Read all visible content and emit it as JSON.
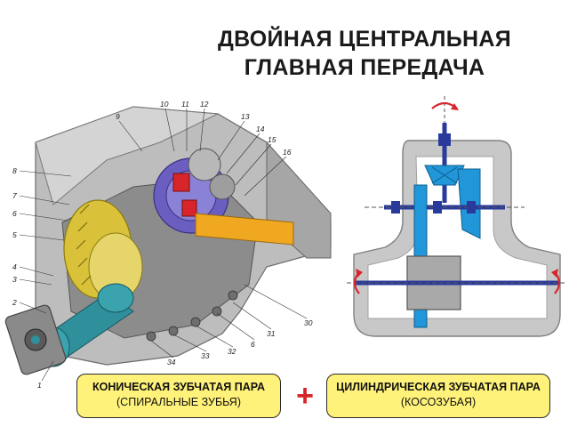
{
  "title": {
    "line1": "ДВОЙНАЯ ЦЕНТРАЛЬНАЯ",
    "line2": "ГЛАВНАЯ ПЕРЕДАЧА"
  },
  "callouts": {
    "left": {
      "line1": "КОНИЧЕСКАЯ ЗУБЧАТАЯ ПАРА",
      "line2": "(СПИРАЛЬНЫЕ ЗУБЬЯ)"
    },
    "right": {
      "line1": "ЦИЛИНДРИЧЕСКАЯ ЗУБЧАТАЯ ПАРА",
      "line2": "(КОСОЗУБАЯ)"
    }
  },
  "plus_sign": "+",
  "part_numbers": [
    "1",
    "2",
    "3",
    "4",
    "5",
    "6",
    "7",
    "8",
    "9",
    "10",
    "11",
    "12",
    "13",
    "14",
    "15",
    "16",
    "30",
    "31",
    "6",
    "32",
    "33",
    "34"
  ],
  "colors": {
    "housing": "#b9b9b9",
    "gear_yellow": "#d9c23a",
    "shaft_teal": "#2f8f9b",
    "gear_purple": "#6a5fc0",
    "accent_red": "#d8252a",
    "schematic_housing": "#c8c8c8",
    "schematic_blue": "#2196d8",
    "schematic_shaft": "#2a3a9a",
    "schematic_block": "#a9a9a9",
    "callout_fill": "#fff27a"
  }
}
